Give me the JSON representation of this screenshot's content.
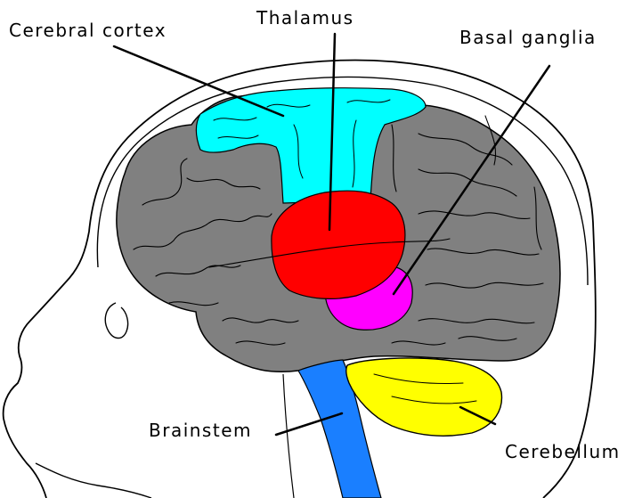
{
  "labels": {
    "cerebral_cortex": "Cerebral cortex",
    "thalamus": "Thalamus",
    "basal_ganglia": "Basal ganglia",
    "brainstem": "Brainstem",
    "cerebellum": "Cerebellum"
  },
  "colors": {
    "cerebral_cortex": "#00ffff",
    "thalamus": "#ff0000",
    "basal_ganglia": "#ff00ff",
    "brainstem": "#1a7fff",
    "cerebellum": "#ffff00",
    "brain": "#808080",
    "outline": "#000000",
    "background": "#ffffff"
  }
}
